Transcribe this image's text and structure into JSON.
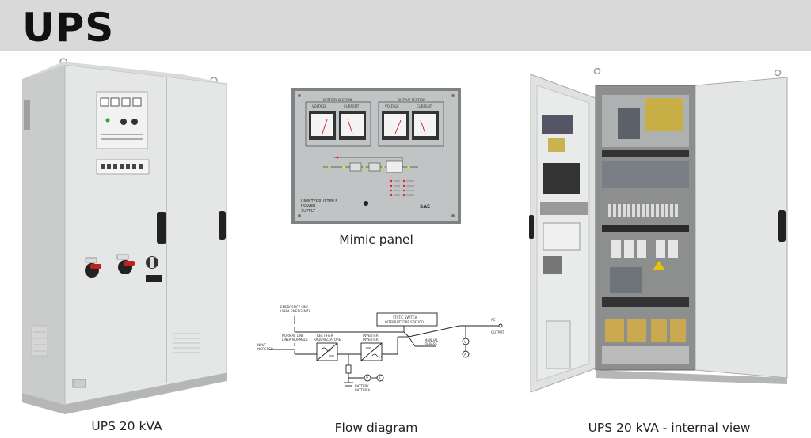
{
  "header": {
    "title": "UPS"
  },
  "captions": {
    "cabinet": "UPS 20 kVA",
    "mimic": "Mimic panel",
    "flow": "Flow diagram",
    "internal": "UPS 20 kVA - internal view"
  },
  "mimic_panel": {
    "battery_section": "BATTERY SECTION",
    "output_section": "OUTPUT SECTION",
    "voltage": "VOLTAGE",
    "current": "CURRENT",
    "title_line1": "UNINTERRUPTIBLE",
    "title_line2": "POWER",
    "title_line3": "SUPPLY",
    "brand": "SAE"
  },
  "flow_diagram": {
    "emergency_line_1": "EMERGENCY LINE",
    "emergency_line_2": "LINEA EMERGENZA",
    "normal_line_1": "NORMAL LINE",
    "normal_line_2": "LINEA NORMALE",
    "input_1": "INPUT",
    "input_2": "INGRESSO",
    "rectifier_1": "RECTIFIER",
    "rectifier_2": "RADDRIZZATORE",
    "inverter_1": "INVERTER",
    "inverter_2": "INVERTER",
    "static_switch_1": "STATIC SWITCH",
    "static_switch_2": "INTERRUTTORE STATICO",
    "manual_bypass_1": "MANUAL",
    "manual_bypass_2": "BY-PASS",
    "battery_1": "BATTERY",
    "battery_2": "BATTERIA",
    "output_1": "AC",
    "output_2": "OUTPUT"
  },
  "colors": {
    "header_bg": "#d9d9d9",
    "cabinet": "#e3e6e3",
    "panel": "#bfc2c2"
  }
}
